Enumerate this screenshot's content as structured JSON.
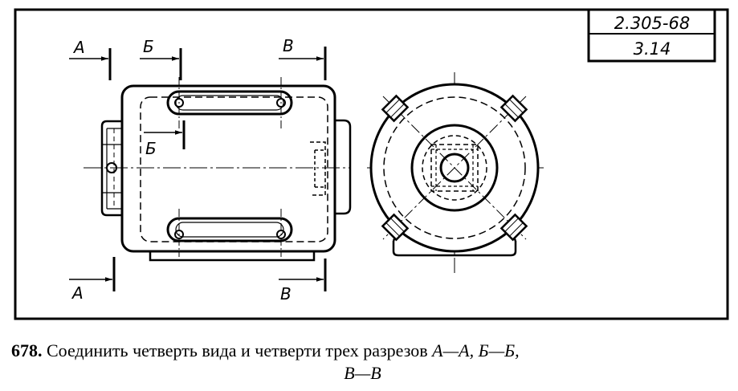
{
  "stamp": {
    "code": "2.305-68",
    "sheet": "3.14"
  },
  "section_marks": {
    "a_top": "А",
    "b_top": "Б",
    "v_top": "В",
    "b_mid": "Б",
    "a_bottom": "А",
    "v_bottom": "В"
  },
  "caption": {
    "number": "678.",
    "text": "Соединить четверть вида и четверти трех разрезов",
    "sections_line1": "А—А, Б—Б,",
    "sections_line2": "В—В"
  }
}
